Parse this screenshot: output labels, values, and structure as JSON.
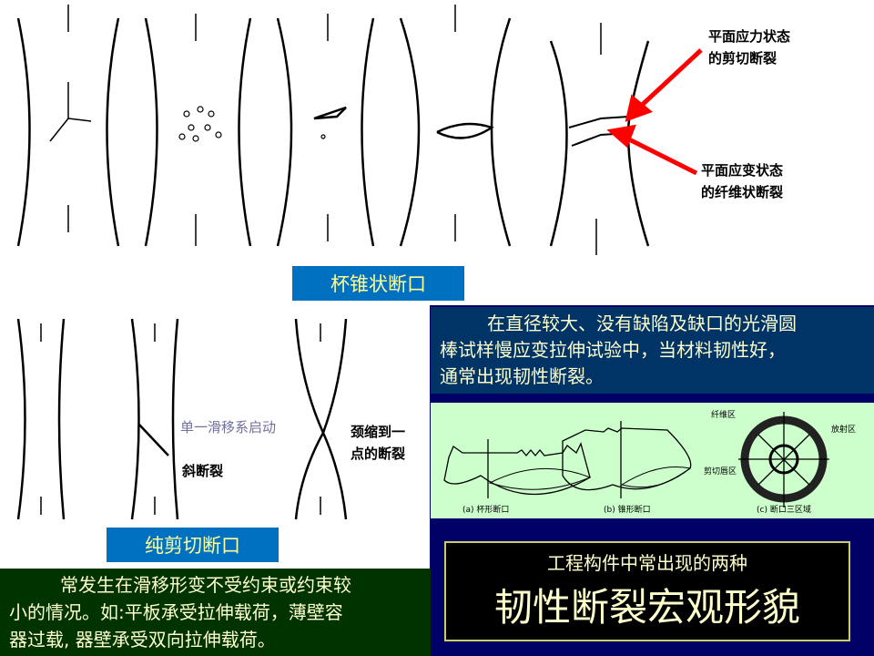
{
  "top": {
    "label_cup_cone": "杯锥状断口",
    "annot_plane_stress": [
      "平面应力状态",
      "的剪切断裂"
    ],
    "annot_plane_strain": [
      "平面应变状态",
      "的纤维状断裂"
    ]
  },
  "shear": {
    "label": "纯剪切断口",
    "annot_single_slip": "单一滑移系启动",
    "annot_oblique": "斜断裂",
    "annot_neck_point": [
      "颈缩到一",
      "点的断裂"
    ]
  },
  "right_text": {
    "lines": [
      "在直径较大、没有缺陷及缺口的光滑圆",
      "棒试样慢应变拉伸试验中，当材料韧性好，",
      "通常出现韧性断裂。"
    ]
  },
  "figure": {
    "caption_a": "(a) 杯形断口",
    "caption_b": "(b) 锥形断口",
    "caption_c": "(c) 断口三区域",
    "zone_fiber": "纤维区",
    "zone_radial": "放射区",
    "zone_shear_lip": "剪切唇区"
  },
  "bottom_left": {
    "lines": [
      "常发生在滑移形变不受约束或约束较",
      "小的情况。如:平板承受拉伸载荷，薄壁容",
      "器过载, 器壁承受双向拉伸载荷。"
    ]
  },
  "title_box": {
    "subtitle": "工程构件中常出现的两种",
    "title": "韧性断裂宏观形貌"
  },
  "colors": {
    "label_bg": "#0070C0",
    "navy": "#000066",
    "text_panel": "#003366",
    "green_panel": "#CCFFCC",
    "dark_green": "#003300",
    "arrow": "#FF0000"
  }
}
